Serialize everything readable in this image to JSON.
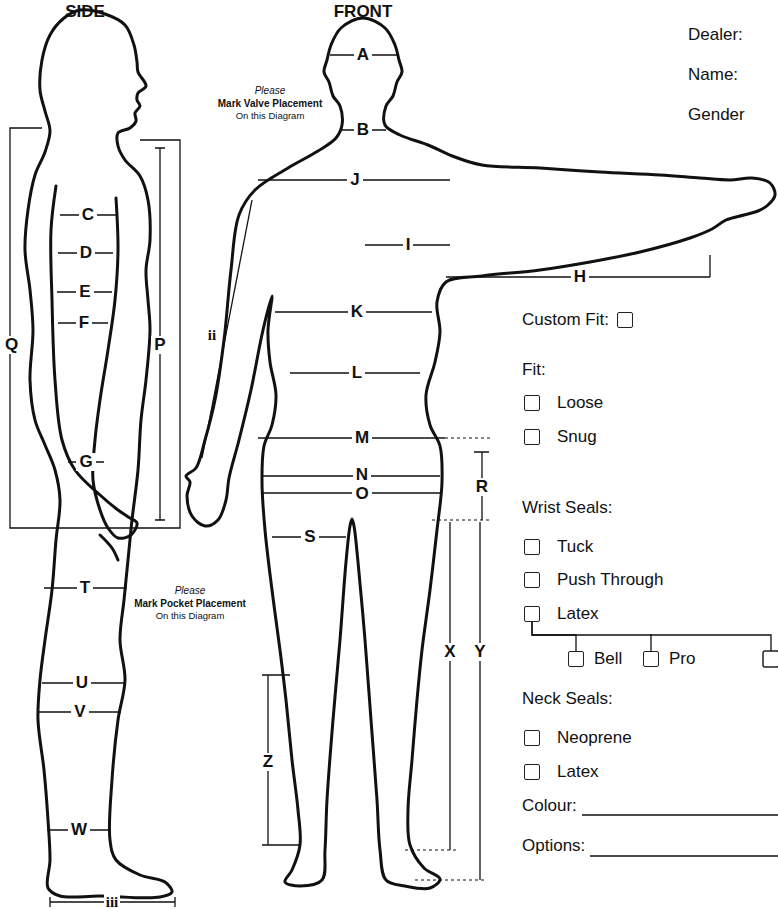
{
  "diagram": {
    "nodes": [
      {
        "text": [
          "Custom Fit:"
        ]
      },
      {
        "text": [
          "Loose"
        ]
      },
      {
        "text": [
          "Snug"
        ]
      },
      {
        "text": [
          "Tuck"
        ]
      },
      {
        "text": [
          "Push Through"
        ]
      },
      {
        "text": [
          "Latex"
        ]
      },
      {
        "text": [
          "Bell"
        ]
      },
      {
        "text": [
          "Pro"
        ]
      },
      {
        "text": [
          "Neoprene"
        ]
      },
      {
        "text": [
          "Latex"
        ]
      }
    ],
    "edges": [
      {
        "from": 5,
        "to": 6,
        "arrow": "none"
      },
      {
        "from": 5,
        "to": 7,
        "arrow": "none"
      }
    ],
    "labels": [
      "SIDE",
      "FRONT",
      "Dealer:",
      "Name:",
      "Gender",
      "Please",
      "Mark Valve Placement",
      "On this Diagram",
      "A",
      "B",
      "J",
      "I",
      "H",
      "K",
      "L",
      "M",
      "N",
      "O",
      "R",
      "S",
      "X",
      "Y",
      "Z",
      "ii",
      "Q",
      "P",
      "C",
      "D",
      "E",
      "F",
      "G",
      "T",
      "Please",
      "Mark Pocket Placement",
      "On this Diagram",
      "U",
      "V",
      "W",
      "iii",
      "Fit:",
      "Wrist Seals:",
      "Neck Seals:",
      "Colour:",
      "Options:"
    ]
  }
}
